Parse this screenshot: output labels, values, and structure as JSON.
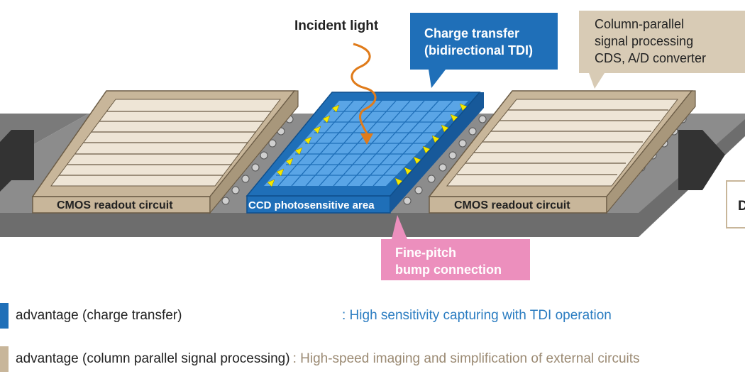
{
  "labels": {
    "incident_light": "Incident light",
    "charge_transfer_line1": "Charge transfer",
    "charge_transfer_line2": "(bidirectional TDI)",
    "column_parallel_line1": "Column-parallel",
    "column_parallel_line2": "signal processing",
    "column_parallel_line3": "CDS, A/D converter",
    "cmos_left": "CMOS readout circuit",
    "cmos_right": "CMOS readout circuit",
    "ccd_area": "CCD photosensitive area",
    "fine_pitch_line1": "Fine-pitch",
    "fine_pitch_line2": "bump connection",
    "cut_off_box_letter": "D"
  },
  "legend": [
    {
      "swatch_color": "#1f6fb8",
      "advantage": "advantage (charge transfer)",
      "result": ": High sensitivity capturing with TDI operation",
      "result_color": "#2a7cc1"
    },
    {
      "swatch_color": "#c8b69a",
      "advantage": "advantage (column parallel signal processing)",
      "result": ": High-speed imaging and simplification of external circuits",
      "result_color": "#9b8a73"
    }
  ],
  "colors": {
    "ccd_blue": "#1f6fb8",
    "cmos_tan": "#c8b69a",
    "bump_pink": "#ec8fbd",
    "substrate_gray": "#8c8c8c",
    "arrow_dark": "#333333",
    "light_orange": "#e07b1a",
    "triangle_yellow": "#f5e800"
  }
}
